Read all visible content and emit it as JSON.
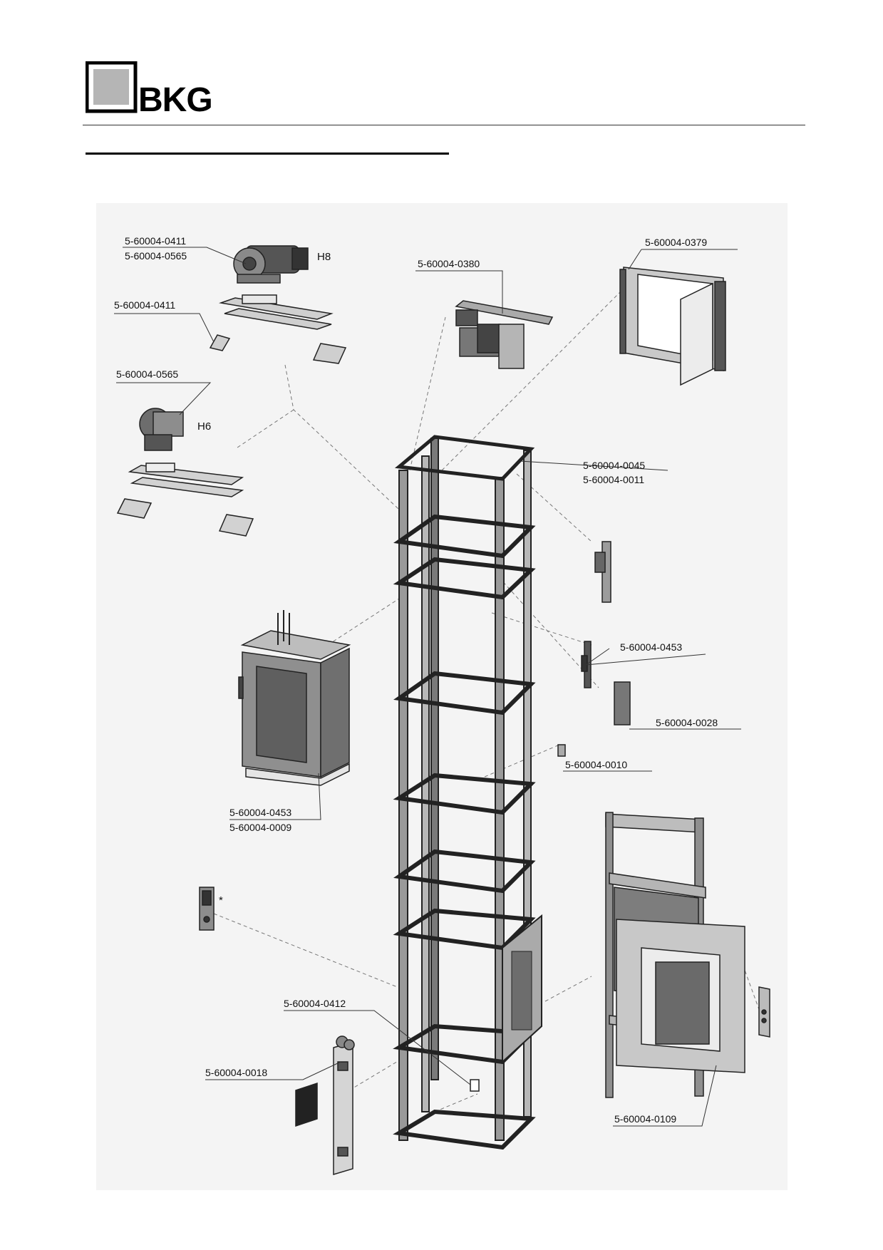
{
  "brand": {
    "logo_text": "BKG"
  },
  "labels": {
    "drive_h8_a": "5-60004-0411",
    "drive_h8_b": "5-60004-0565",
    "drive_h8_variant": "H8",
    "drive_frame": "5-60004-0411",
    "drive_h6_part": "5-60004-0565",
    "drive_h6_variant": "H6",
    "controller": "5-60004-0380",
    "machine_door": "5-60004-0379",
    "shaft_frame_a": "5-60004-0045",
    "shaft_frame_b": "5-60004-0011",
    "guide_unit": "5-60004-0453",
    "side_panel": "5-60004-0028",
    "bracket": "5-60004-0010",
    "car_a": "5-60004-0453",
    "car_b": "5-60004-0009",
    "optional_mark": "*",
    "pit_part": "5-60004-0412",
    "counterweight": "5-60004-0018",
    "landing_door": "5-60004-0109"
  }
}
